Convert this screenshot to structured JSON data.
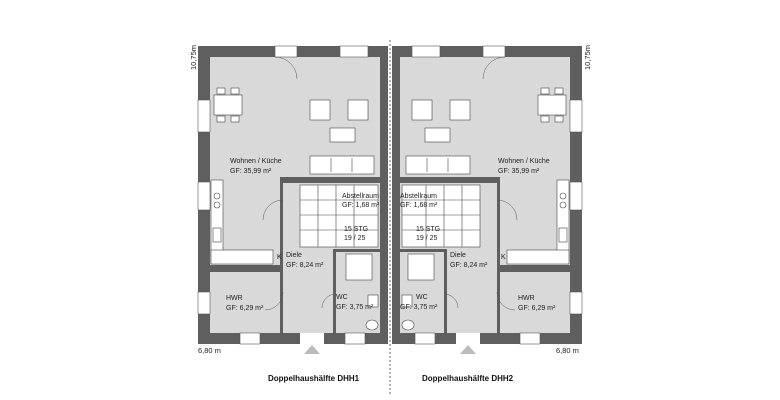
{
  "house": {
    "left_title": "Doppelhaushälfte DHH1",
    "right_title": "Doppelhaushälfte DHH2"
  },
  "dimensions": {
    "left_height": "10,75m",
    "right_height": "10,75m",
    "left_width": "6,80 m",
    "right_width": "6,80 m"
  },
  "rooms_left": {
    "wohnen_name": "Wohnen / Küche",
    "wohnen_area": "GF:        35,99 m²",
    "abstell_name": "Abstellraum",
    "abstell_area": "GF: 1,68 m²",
    "stair": "15 STG",
    "stair_ratio": "19 / 25",
    "diele_name": "Diele",
    "diele_area": "GF: 8,24 m²",
    "hwr_name": "HWR",
    "hwr_area": "GF: 6,29 m²",
    "wc_name": "WC",
    "wc_area": "GF: 3,75 m²",
    "k": "K"
  },
  "rooms_right": {
    "wohnen_name": "Wohnen / Küche",
    "wohnen_area": "GF:        35,99 m²",
    "abstell_name": "Abstellraum",
    "abstell_area": "GF: 1,68 m²",
    "stair": "15 STG",
    "stair_ratio": "19 / 25",
    "diele_name": "Diele",
    "diele_area": "GF: 8,24 m²",
    "hwr_name": "HWR",
    "hwr_area": "GF: 6,29 m²",
    "wc_name": "WC",
    "wc_area": "GF: 3,75 m²",
    "k": "K"
  },
  "colors": {
    "wall": "#5f5f5f",
    "floor": "#d9d9d9"
  }
}
